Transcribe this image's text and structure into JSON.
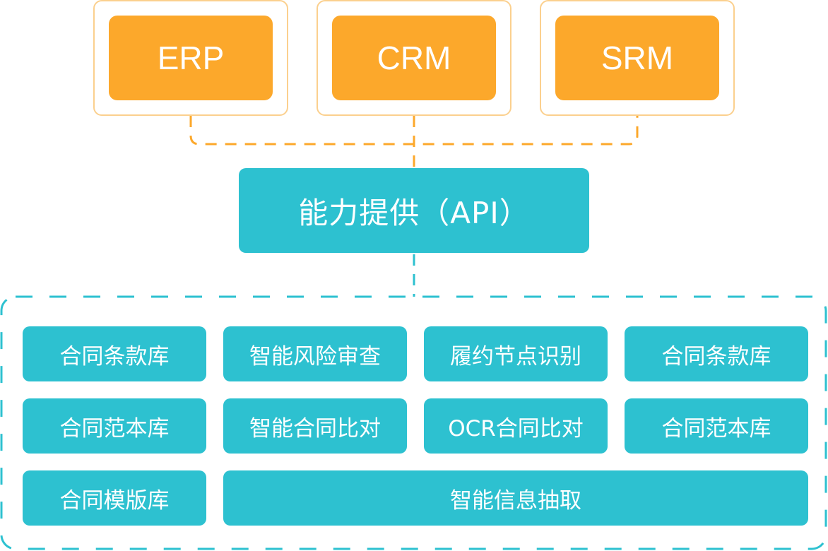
{
  "colors": {
    "orange": "#fca82b",
    "orange_border": "#fbd08e",
    "teal": "#2dc1d0",
    "white": "#ffffff"
  },
  "systems": [
    {
      "label": "ERP"
    },
    {
      "label": "CRM"
    },
    {
      "label": "SRM"
    }
  ],
  "api": {
    "label": "能力提供（API）"
  },
  "capabilities": [
    {
      "label": "合同条款库"
    },
    {
      "label": "智能风险审查"
    },
    {
      "label": "履约节点识别"
    },
    {
      "label": "合同条款库"
    },
    {
      "label": "合同范本库"
    },
    {
      "label": "智能合同比对"
    },
    {
      "label": "OCR合同比对"
    },
    {
      "label": "合同范本库"
    },
    {
      "label": "合同模版库"
    },
    {
      "label": "智能信息抽取"
    }
  ]
}
